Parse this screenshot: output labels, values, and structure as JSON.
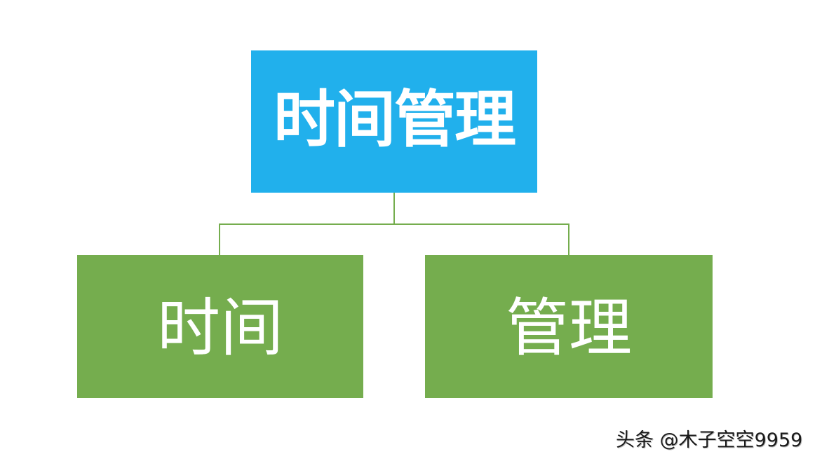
{
  "diagram": {
    "type": "org-chart",
    "root": {
      "label": "时间管理",
      "color": "#21b0ec"
    },
    "children": [
      {
        "label": "时间",
        "color": "#75ad4e"
      },
      {
        "label": "管理",
        "color": "#75ad4e"
      }
    ],
    "connector_color": "#75ad4e"
  },
  "watermark": {
    "text": "头条 @木子空空9959"
  }
}
